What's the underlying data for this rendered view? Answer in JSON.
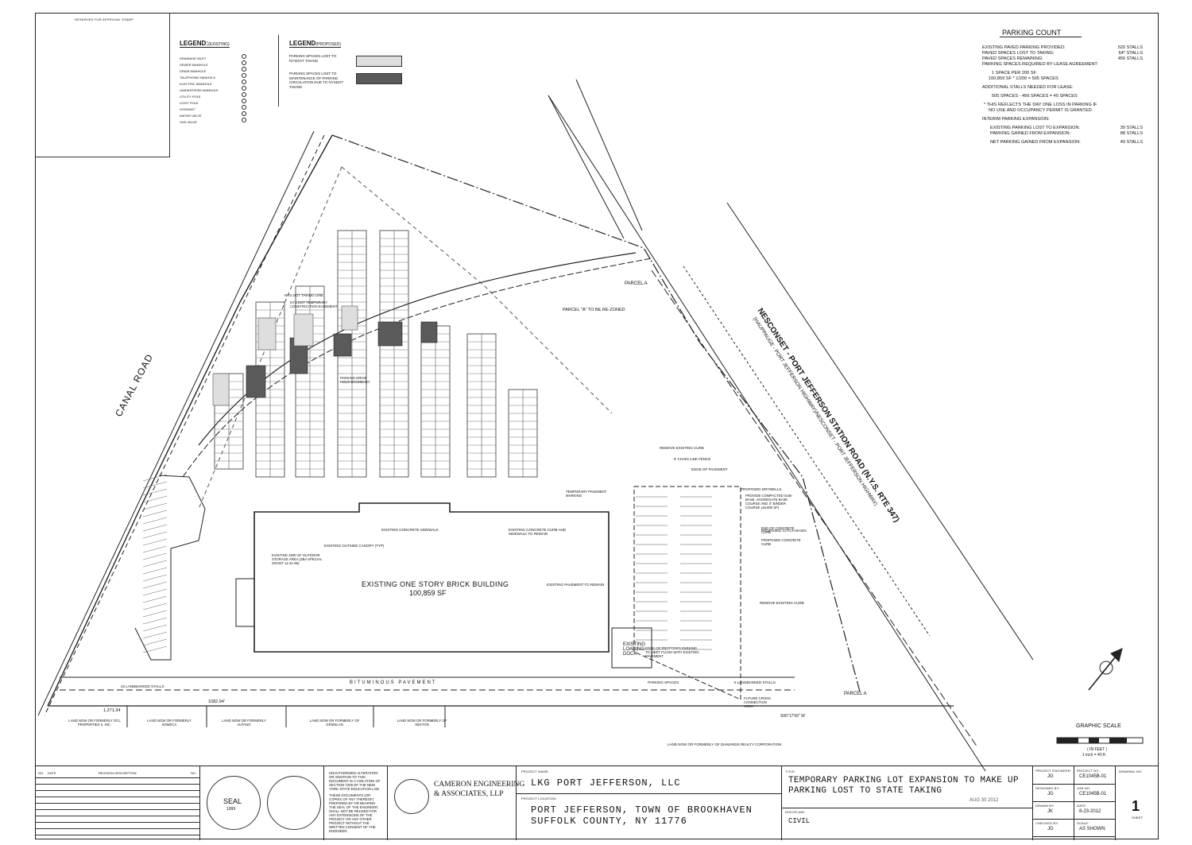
{
  "sheet": {
    "stamp_note": "RESERVED FOR APPROVAL STAMP"
  },
  "legend_existing": {
    "title": "LEGEND:",
    "subtitle": "(EXISTING)",
    "items": [
      "DRAINAGE INLET",
      "SEWER MANHOLE",
      "DRAIN MANHOLE",
      "TELEPHONE MANHOLE",
      "ELECTRIC MANHOLE",
      "UNIDENTIFIED MANHOLE",
      "UTILITY POLE",
      "LIGHT POLE",
      "HYDRANT",
      "WATER VALVE",
      "GAS VALVE"
    ]
  },
  "legend_proposed": {
    "title": "LEGEND",
    "subtitle": "(PROPOSED)",
    "items": [
      {
        "label": "PARKING SPACES LOST TO NYSDOT TAKING",
        "swatch": "#dedede"
      },
      {
        "label": "PARKING SPACES LOST TO MAINTENANCE OF PARKING CIRCULATION DUE TO NYSDOT TAKING",
        "swatch": "#5a5a5a"
      }
    ]
  },
  "parking_count": {
    "title": "PARKING COUNT",
    "rows1": [
      {
        "label": "EXISTING PAVED PARKING PROVIDED:",
        "value": "520 STALLS"
      },
      {
        "label": "PAVED SPACES LOST TO TAKING:",
        "value": "64* STALLS"
      },
      {
        "label": "PAVED SPACES REMAINING:",
        "value": "456 STALLS"
      }
    ],
    "lease_header": "PARKING SPACES REQUIRED BY LEASE AGREEMENT:",
    "lease_line1": "1 SPACE PER 200 SF",
    "lease_line2": "100,859 SF * 1/200 = 505 SPACES",
    "additional_header": "ADDITIONAL STALLS NEEDED FOR LEASE:",
    "additional_line": "505 SPACES - 456 SPACES = 49 SPACES",
    "note_line1": "* THIS REFLECTS THE DAY ONE LOSS IN PARKING IF",
    "note_line2": "NO USE AND OCCUPANCY PERMIT IS GRANTED.",
    "interim_header": "INTERIM PARKING EXPANSION:",
    "rows2": [
      {
        "label": "EXISTING PARKING LOST TO EXPANSION:",
        "value": "39 STALLS"
      },
      {
        "label": "PARKING GAINED FROM EXPANSION:",
        "value": "88 STALLS"
      }
    ],
    "net_row": {
      "label": "NET PARKING GAINED FROM EXPANSION:",
      "value": "49 STALLS"
    }
  },
  "plan_labels": {
    "canal_road": "CANAL ROAD",
    "route": "NESCONSET - PORT JEFFERSON STATION ROAD  (N.Y.S. RTE 347)",
    "route_sub": "(HAUPPAUGE - PORT JEFFERSON HIGHWAY)/NESCONSET - PORT JEFFERSON HIGHWAY)",
    "building": "EXISTING ONE STORY BRICK BUILDING",
    "building_area": "100,859 SF",
    "parcel_a": "PARCEL A",
    "parcel_a_rezone": "PARCEL \"A\" TO BE RE-ZONED",
    "bituminous_pavement": "BITUMINOUS PAVEMENT",
    "existing_sidewalk": "EXISTING CONCRETE SIDEWALK",
    "existing_canopy": "EXISTING OUTSIDE CANOPY (TYP)",
    "existing_curb": "EXISTING CONCRETE CURB AND SIDEWALK TO REMAIN",
    "outdoor_storage": "EXISTING 4000 SF OUTDOOR STORAGE AREA (ZBA SPECIAL GRANT 11-21-96)",
    "pavement_remain": "EXISTING PAVEMENT TO REMAIN",
    "nys_taking": "NYS DOT TAKING LINE",
    "nys_temp": "NYS DOT TEMPORARY CONSTRUCTION EASEMENT",
    "aisle_boundary": "PARKING DRIVE AISLE BOUNDARY",
    "remove_curb": "REMOVE EXISTING CURB",
    "fence": "6' CHAIN LINK FENCE",
    "edge_pavement": "EDGE OF PAVEMENT",
    "drywells": "PROPOSED DRYWELLS",
    "temp_marking": "TEMPORARY PAVEMENT MARKING",
    "subbase": "PROVIDE COMPACTED SUB-BASE, AGGREGATE BASE COURSE AND 3\" BINDER COURSE (±9,800 SF)",
    "end_curb": "END OF CONCRETE CURB",
    "catch_basin": "PROPOSED CATCH BASIN",
    "proposed_curb": "PROPOSED CONCRETE CURB",
    "remove_curb2": "REMOVE EXISTING CURB",
    "edge_flush": "EDGE OF PROPOSED PARKING TO MEET FLUSH WITH EXISTING PAVEMENT",
    "loading": "EXISTING LOADING DOCK",
    "parking_spaces": "PARKING SPACES",
    "landbanked": "22 LANDBANKED STALLS",
    "landbanked2": "5 LANDBANKED STALLS",
    "future_cross": "FUTURE CROSS CONNECTION AREA",
    "dim_1271": "1,271.34",
    "dim_1082": "1082.94'",
    "dim_s06": "S06°17'06\" W",
    "owners": [
      "LAND NOW OR FORMERLY OCL PROPERTIES II, INC.",
      "LAND NOW OR FORMERLY SOMECA",
      "LAND NOW OR FORMERLY ALFANO",
      "LAND NOW OR FORMERLY OF GRIZELAN",
      "LAND NOW OR FORMERLY OF SEXTON"
    ],
    "owner_bottom": "LAND NOW OR FORMERLY OF DIAMANDS REALTY CORPORATION",
    "graphic_scale": "GRAPHIC SCALE",
    "scale_units": "( IN FEET )",
    "scale_ratio": "1 inch = 40 ft."
  },
  "title_block": {
    "rev_headers": [
      "NO.",
      "DATE",
      "REVISION DESCRIPTION",
      "NO."
    ],
    "unauthorized": "UNAUTHORIZED ALTERATION OR ADDITION TO THIS DOCUMENT IS A VIOLATION OF SECTION 7209 OF THE NEW YORK STATE EDUCATION LAW",
    "documents_note": "THESE DOCUMENTS (OR COPIES OF ANY THEREOF) PREPARED BY OR BEARING THE SEAL OF THE ENGINEER, SHALL NOT BE REUSED FOR ANY EXTENSIONS OF THE PROJECT OR ANY OTHER PROJECT WITHOUT THE WRITTEN CONSENT OF THE ENGINEER.",
    "seal_text": "SEAL",
    "seal_year": "1999",
    "firm_line1": "CAMERON ENGINEERING",
    "firm_line2": "& ASSOCIATES, LLP",
    "project_name_label": "PROJECT NAME:",
    "project_name": "LKG PORT JEFFERSON, LLC",
    "project_location_label": "PROJECT LOCATION:",
    "project_location_1": "PORT JEFFERSON, TOWN OF BROOKHAVEN",
    "project_location_2": "SUFFOLK COUNTY, NY 11776",
    "title_label": "TITLE:",
    "title_1": "TEMPORARY PARKING LOT EXPANSION TO MAKE UP",
    "title_2": "PARKING LOST TO STATE TAKING",
    "received": "AUG 30 2012",
    "discipline_label": "DISCIPLINE:",
    "discipline": "CIVIL",
    "project_engineer_label": "PROJECT ENGINEER:",
    "project_engineer": "JG",
    "designed_by_label": "DESIGNED BY:",
    "designed_by": "JG",
    "drawn_by_label": "DRAWN BY:",
    "drawn_by": "JK",
    "checked_by_label": "CHECKED BY:",
    "checked_by": "JG",
    "project_no_label": "PROJECT NO.",
    "project_no": "CE1045B-01",
    "job_no_label": "JOB NO.",
    "job_no": "CE1045B-01",
    "date_label": "DATE:",
    "date": "8-23-2012",
    "scale_label": "SCALE:",
    "scale": "AS SHOWN",
    "drawing_no_label": "DRAWING NO.",
    "drawing_no": "1",
    "sheet_label": "SHEET"
  }
}
